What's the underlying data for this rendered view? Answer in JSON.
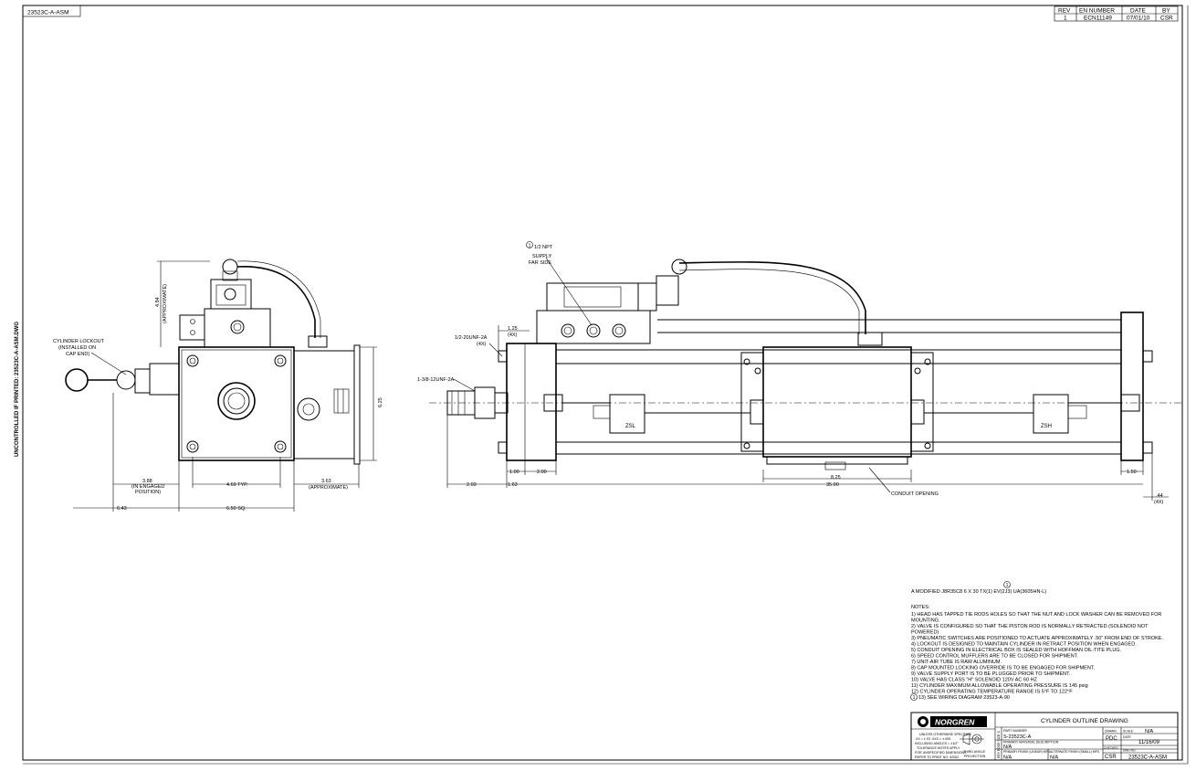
{
  "sheet": {
    "drawing_id_corner": "23523C-A-ASM",
    "side_note": "UNCONTROLLED IF PRINTED: 23523C-A-ASM.DWG"
  },
  "revision": {
    "headers": [
      "REV",
      "EN NUMBER",
      "DATE",
      "BY"
    ],
    "row": [
      "1",
      "ECN11149",
      "07/01/10",
      "CSR"
    ]
  },
  "left_view": {
    "lockout_label": [
      "CYLINDER LOCKOUT",
      "(INSTALLED ON",
      "CAP END)"
    ],
    "height_note": [
      "4.84",
      "(APPROXIMATE)"
    ],
    "dim_right": "6.25",
    "dim_engaged": [
      "3.88",
      "(IN ENGAGED",
      "POSITION)"
    ],
    "dim_typ": "4.69 TYP.",
    "dim_box": [
      "3.63",
      "(APPROXIMATE)"
    ],
    "dim_total_left": "6.43",
    "dim_square": "6.50 SQ."
  },
  "right_view": {
    "supply_note": [
      "1/2 NPT",
      "SUPPLY",
      "FAR SIDE"
    ],
    "supply_balloon": "1",
    "dim_125": [
      "1.25",
      "(4X)"
    ],
    "thread_small": [
      "1/2-20UNF-2A",
      "(4X)"
    ],
    "thread_large": "1-3/8-12UNF-2A",
    "switch_left": "ZSL",
    "switch_right": "ZSH",
    "dim_100": "1.00",
    "dim_200": "2.00",
    "dim_203": "2.03",
    "dim_163": "1.63",
    "dim_825": "8.25",
    "dim_3500": "35.00",
    "dim_150": "1.50",
    "dim_44": [
      ".44",
      "(4X)"
    ],
    "conduit_label": "CONDUIT OPENING"
  },
  "notes": {
    "model_balloon": "1",
    "model_line": "A MODIFIED J8R35C8 6 X 30 TX(1) EV(2J3) UA(3605HN-L)",
    "heading": "NOTES:",
    "items": [
      "1) HEAD HAS TAPPED TIE RODS HOLES SO THAT THE NUT AND LOCK WASHER CAN BE REMOVED FOR",
      "MOUNTING.",
      "2) VALVE IS CONFIGURED SO THAT THE PISTON ROD IS NORMALLY RETRACTED (SOLENOID NOT",
      "POWERED)",
      "3) PNEUMATIC SWITCHES ARE POSITIONED TO ACTUATE APPROXIMATELY .50\" FROM END OF STROKE.",
      "4) LOCKOUT IS DESIGNED TO MAINTAIN CYLINDER IN RETRACT POSITION WHEN ENGAGED.",
      "5) CONDUIT OPENING IN ELECTRICAL BOX IS SEALED WITH HOFFMAN OIL-TITE PLUG.",
      "6) SPEED CONTROL MUFFLERS ARE TO BE CLOSED FOR SHIPMENT.",
      "7) UNIT-AIR TUBE IS RAW ALUMINUM.",
      "8) CAP MOUNTED LOCKING OVERRIDE IS TO BE ENGAGED FOR SHIPMENT.",
      "9) VALVE SUPPLY PORT IS TO BE PLUGGED PRIOR TO SHIPMENT.",
      "10) VALVE HAS CLASS \"H\" SOLENOID 120V AC 60 HZ",
      "11) CYLINDER MAXIMUM ALLOWABLE OPERATING PRESSURE IS 145 psig",
      "12) CYLINDER OPERATING TEMPERATURE RANGE IS 5°F TO 122°F"
    ],
    "wiring_balloon": "1",
    "wiring_line": "13) SEE WIRING DIAGRAM 23523-A-90"
  },
  "title_block": {
    "logo": "NORGREN",
    "title": "CYLINDER OUTLINE DRAWING",
    "tolerance_lines": [
      "UNLESS OTHERWISE SPECIFIED",
      ".XX = ±.03    .XXX = ±.005",
      "INCLUDING ANGLES = ±1/2°",
      "TOLERANCE NOTES APPLY",
      "FOR UNSPECIFIED DIMENSIONS",
      "REFER TO PRINT NO. 52002"
    ],
    "projection": [
      "THIRD ANGLE",
      "PROJECTION"
    ],
    "rev_side": "REV EDGE SIZE: C",
    "part_label": "PART NUMBER",
    "part_value": "S-23523C-A",
    "material_label": "PRIMARY MATERIAL DESCRIPTION",
    "material_value": "N/A",
    "finish_label": "PRIMARY FINISH (LINEAR) MFG",
    "finish_value": "N/A",
    "alt_label": "ALTERNATE FINISH (SMALL) MFG",
    "alt_value": "N/A",
    "drawn_label": "DRAWN",
    "drawn_value": "PDC",
    "scale_label": "SCALE",
    "scale_value": "N/A",
    "checked_label": "CHECKED",
    "checked_value": "CSR",
    "date_label": "DATE",
    "date_value": "11/16/09",
    "number_label": "DWG NO.",
    "number_value": "23523C-A-ASM"
  }
}
